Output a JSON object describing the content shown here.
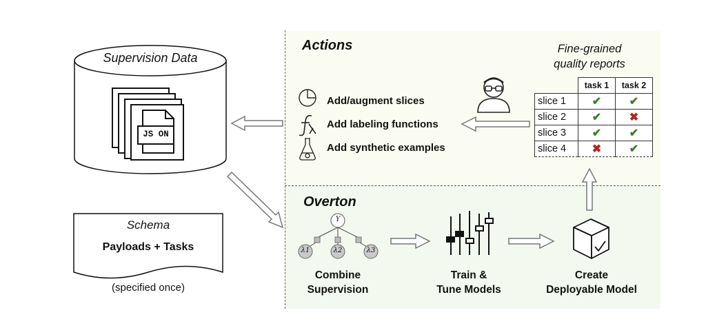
{
  "left": {
    "cylinder_label": "Supervision Data",
    "json_label": "JS ON",
    "schema_title": "Schema",
    "schema_body": "Payloads + Tasks",
    "schema_note": "(specified once)"
  },
  "actions": {
    "title": "Actions",
    "items": [
      {
        "label": "Add/augment slices",
        "icon": "pie-chart-icon"
      },
      {
        "label": "Add labeling functions",
        "icon": "function-icon"
      },
      {
        "label": "Add synthetic examples",
        "icon": "flask-icon"
      }
    ],
    "report_title_line1": "Fine-grained",
    "report_title_line2": "quality reports",
    "table": {
      "headers": [
        "task 1",
        "task 2"
      ],
      "rows": [
        {
          "label": "slice 1",
          "values": [
            "✔",
            "✔"
          ]
        },
        {
          "label": "slice 2",
          "values": [
            "✔",
            "✖"
          ]
        },
        {
          "label": "slice 3",
          "values": [
            "✔",
            "✔"
          ]
        },
        {
          "label": "slice 4",
          "values": [
            "✖",
            "✔"
          ]
        }
      ]
    }
  },
  "overton": {
    "title": "Overton",
    "graph": {
      "root": "Y",
      "leaves": [
        "λ1",
        "λ2",
        "λ3"
      ]
    },
    "steps": [
      {
        "line1": "Combine",
        "line2": "Supervision"
      },
      {
        "line1": "Train &",
        "line2": "Tune Models"
      },
      {
        "line1": "Create",
        "line2": "Deployable Model"
      }
    ]
  }
}
